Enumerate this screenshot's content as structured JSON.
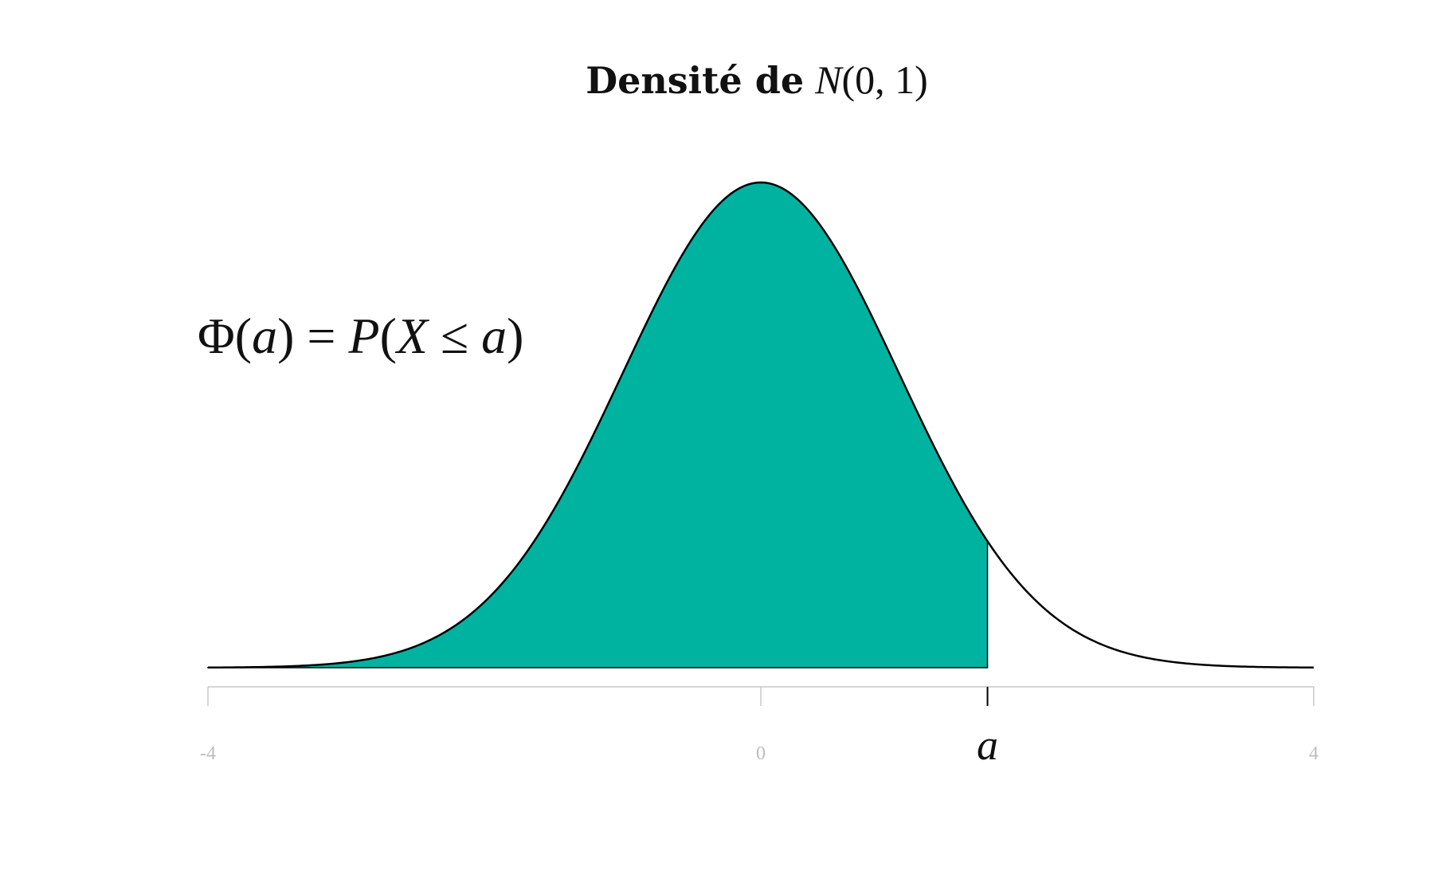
{
  "chart_data": {
    "type": "area",
    "title_prefix": "Densité de",
    "title_dist_symbol": "N",
    "title_dist_params": "(0, 1)",
    "annotation": {
      "phi": "Φ",
      "open_paren": "(",
      "a": "a",
      "close_paren": ")",
      "equals": " = ",
      "P": "P",
      "X": "X",
      "leq": " ≤ "
    },
    "distribution": {
      "mean": 0,
      "sd": 1
    },
    "xlim": [
      -4,
      4
    ],
    "x_ticks": [
      {
        "value": -4,
        "label": "-4",
        "style": "muted"
      },
      {
        "value": 0,
        "label": "0",
        "style": "muted"
      },
      {
        "value": 1.64,
        "label": "a",
        "style": "emphasis"
      },
      {
        "value": 4,
        "label": "4",
        "style": "muted"
      }
    ],
    "shaded_region": {
      "from": -4,
      "to": 1.64,
      "color": "#00b3a1"
    },
    "curve_color": "#000000",
    "axis_color": "#c8c8c8",
    "grid": false
  }
}
